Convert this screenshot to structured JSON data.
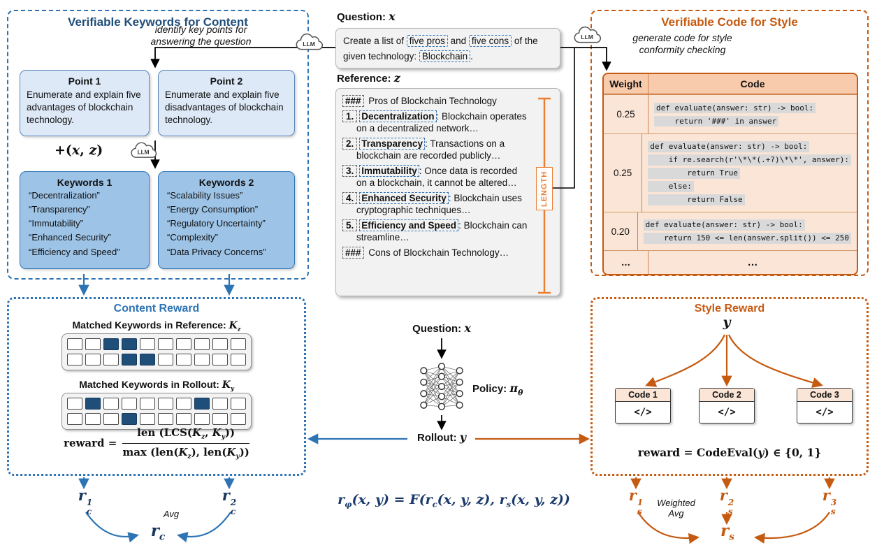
{
  "content_panel": {
    "title": "Verifiable Keywords for Content",
    "llm_label": "LLM",
    "annotation_line1": "identify key points for",
    "annotation_line2": "answering the question",
    "point1": {
      "title": "Point 1",
      "text": "Enumerate and explain five advantages of blockchain technology."
    },
    "point2": {
      "title": "Point 2",
      "text": "Enumerate and explain five disadvantages of blockchain technology."
    },
    "combine": {
      "pre": "+(",
      "x": "x",
      "comma": ", ",
      "z": "z",
      "post": ")"
    },
    "keywords1": {
      "title": "Keywords 1",
      "items": [
        "“Decentralization”",
        "“Transparency”",
        "“Immutability”",
        "“Enhanced Security”",
        "“Efficiency and Speed”"
      ]
    },
    "keywords2": {
      "title": "Keywords 2",
      "items": [
        "“Scalability Issues”",
        "“Energy Consumption”",
        "“Regulatory Uncertainty”",
        "“Complexity”",
        "“Data Privacy Concerns”"
      ]
    }
  },
  "question": {
    "label": "Question:",
    "var": "x",
    "seg1": "Create a list of ",
    "hl1": "five pros",
    "seg2": " and ",
    "hl2": "five cons",
    "seg3": " of the given technology: ",
    "hl3": "Blockchain",
    "seg4": "."
  },
  "reference": {
    "label": "Reference:",
    "var": "z",
    "header_tag": "###",
    "header_text": " Pros of Blockchain Technology",
    "items": [
      {
        "num": "1.",
        "keyword": "Decentralization",
        "text": ": Blockchain operates on a decentralized network…"
      },
      {
        "num": "2.",
        "keyword": "Transparency",
        "text": ": Transactions on a blockchain are recorded publicly…"
      },
      {
        "num": "3.",
        "keyword": "Immutability",
        "text": ": Once data is recorded on a blockchain, it cannot be altered…"
      },
      {
        "num": "4.",
        "keyword": "Enhanced Security",
        "text": ": Blockchain uses cryptographic techniques…"
      },
      {
        "num": "5.",
        "keyword": "Efficiency and Speed",
        "text": ": Blockchain can streamline…"
      }
    ],
    "footer_tag": "###",
    "footer_text": " Cons of Blockchain Technology…",
    "length_label": "LENGTH"
  },
  "style_panel": {
    "title": "Verifiable Code for Style",
    "llm_label": "LLM",
    "annotation_line1": "generate code for style",
    "annotation_line2": "conformity checking",
    "table": {
      "col_weight": "Weight",
      "col_code": "Code",
      "rows": [
        {
          "weight": "0.25",
          "lines": [
            "def evaluate(answer: str) -> bool:",
            "    return '###' in answer"
          ]
        },
        {
          "weight": "0.25",
          "lines": [
            "def evaluate(answer: str) -> bool:",
            "    if re.search(r'\\*\\*(.+?)\\*\\*', answer):",
            "        return True",
            "    else:",
            "        return False"
          ]
        },
        {
          "weight": "0.20",
          "lines": [
            "def evaluate(answer: str) -> bool:",
            "    return 150 <= len(answer.split()) <= 250"
          ]
        },
        {
          "weight": "…",
          "lines": [
            "…"
          ]
        }
      ]
    }
  },
  "content_reward": {
    "title": "Content Reward",
    "ref_label_pre": "Matched Keywords in Reference: ",
    "ref_var": "K",
    "ref_sub": "z",
    "rollout_label_pre": "Matched Keywords in Rollout: ",
    "rollout_var": "K",
    "rollout_sub": "y",
    "ref_grid": [
      [
        0,
        0,
        1,
        1,
        0,
        0,
        0,
        0,
        0,
        0
      ],
      [
        0,
        0,
        0,
        1,
        1,
        0,
        0,
        0,
        0,
        0
      ]
    ],
    "rollout_grid": [
      [
        0,
        1,
        0,
        0,
        0,
        0,
        0,
        1,
        0,
        0
      ],
      [
        0,
        0,
        0,
        1,
        0,
        0,
        0,
        0,
        0,
        0
      ]
    ],
    "formula": {
      "lhs": "reward =",
      "num_p1": "len (LCS(",
      "num_k1": "K",
      "num_s1": "z",
      "num_mid": ", ",
      "num_k2": "K",
      "num_s2": "y",
      "num_p2": "))",
      "den_p1": "max (len(",
      "den_k1": "K",
      "den_s1": "z",
      "den_mid": "), len(",
      "den_k2": "K",
      "den_s2": "y",
      "den_p2": "))"
    }
  },
  "policy_flow": {
    "question_label": "Question:",
    "question_var": "x",
    "policy_label": "Policy:",
    "policy_var": "π",
    "policy_sub": "θ",
    "rollout_label": "Rollout:",
    "rollout_var": "y"
  },
  "style_reward": {
    "title": "Style Reward",
    "y_var": "y",
    "codes": [
      {
        "label": "Code 1",
        "glyph": "</>"
      },
      {
        "label": "Code 2",
        "glyph": "</>"
      },
      {
        "label": "Code 3",
        "glyph": "</>"
      }
    ],
    "formula": {
      "p1": "reward = CodeEval(",
      "y": "y",
      "p2": ") ∈ {0, 1}"
    }
  },
  "bottom": {
    "rc1": {
      "base": "r",
      "sup": "1",
      "sub": "c"
    },
    "rc2": {
      "base": "r",
      "sup": "2",
      "sub": "c"
    },
    "avg_label": "Avg",
    "rc": {
      "base": "r",
      "sub": "c"
    },
    "main_formula": {
      "r": "r",
      "phi": "φ",
      "m1": "(x, y) = ",
      "F": "F",
      "m2": "(r",
      "c": "c",
      "m3": "(x, y, z), r",
      "s": "s",
      "m4": "(x, y, z))"
    },
    "rs1": {
      "base": "r",
      "sup": "1",
      "sub": "s"
    },
    "rs2": {
      "base": "r",
      "sup": "2",
      "sub": "s"
    },
    "rs3": {
      "base": "r",
      "sup": "3",
      "sub": "s"
    },
    "weighted_line1": "Weighted",
    "weighted_line2": "Avg",
    "rs": {
      "base": "r",
      "sub": "s"
    }
  }
}
